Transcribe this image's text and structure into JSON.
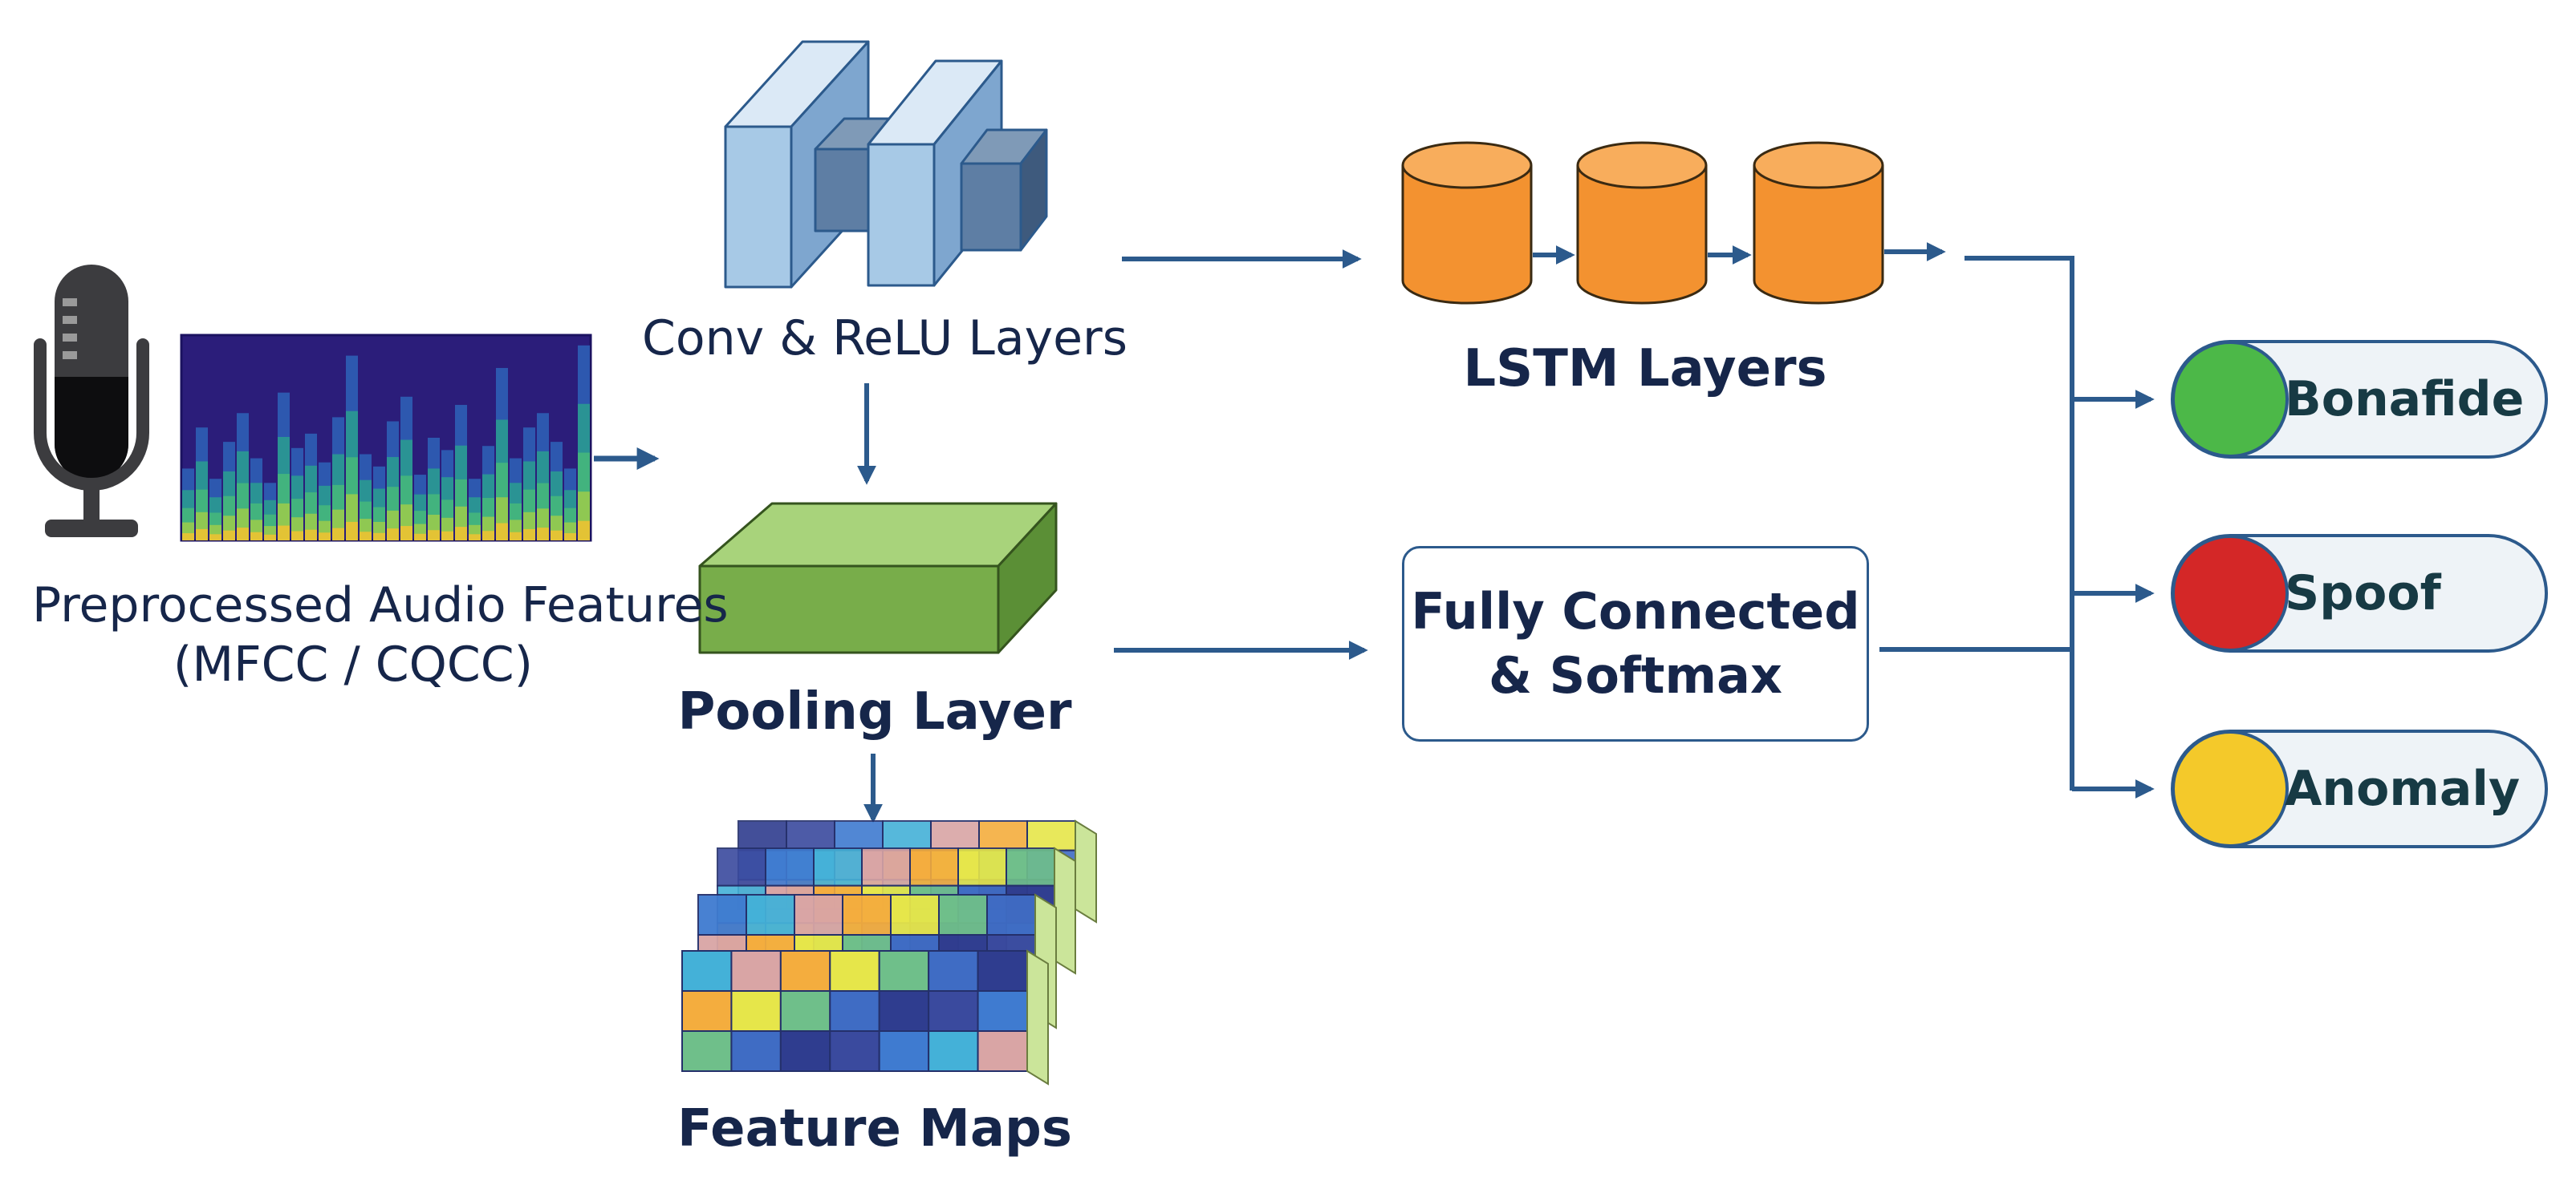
{
  "labels": {
    "input_line1": "Preprocessed Audio Features",
    "input_line2": "(MFCC / CQCC)",
    "conv": "Conv & ReLU Layers",
    "lstm": "LSTM Layers",
    "pooling": "Pooling Layer",
    "feature_maps": "Feature Maps",
    "fully_connected": "Fully Connected\n& Softmax"
  },
  "outputs": [
    {
      "label": "Bonafide",
      "color": "#4cb848"
    },
    {
      "label": "Spoof",
      "color": "#d42727"
    },
    {
      "label": "Anomaly",
      "color": "#f4c92a"
    }
  ],
  "icons": [
    "microphone-icon",
    "spectrogram-image",
    "conv-block-icon",
    "lstm-cell-icon",
    "pooling-block-icon",
    "feature-maps-icon"
  ],
  "colors": {
    "arrow": "#2c5a8c",
    "text": "#16264a",
    "lstm": "#f39230",
    "conv_front": "#a7c9e6",
    "pool_front": "#78ad4a"
  }
}
